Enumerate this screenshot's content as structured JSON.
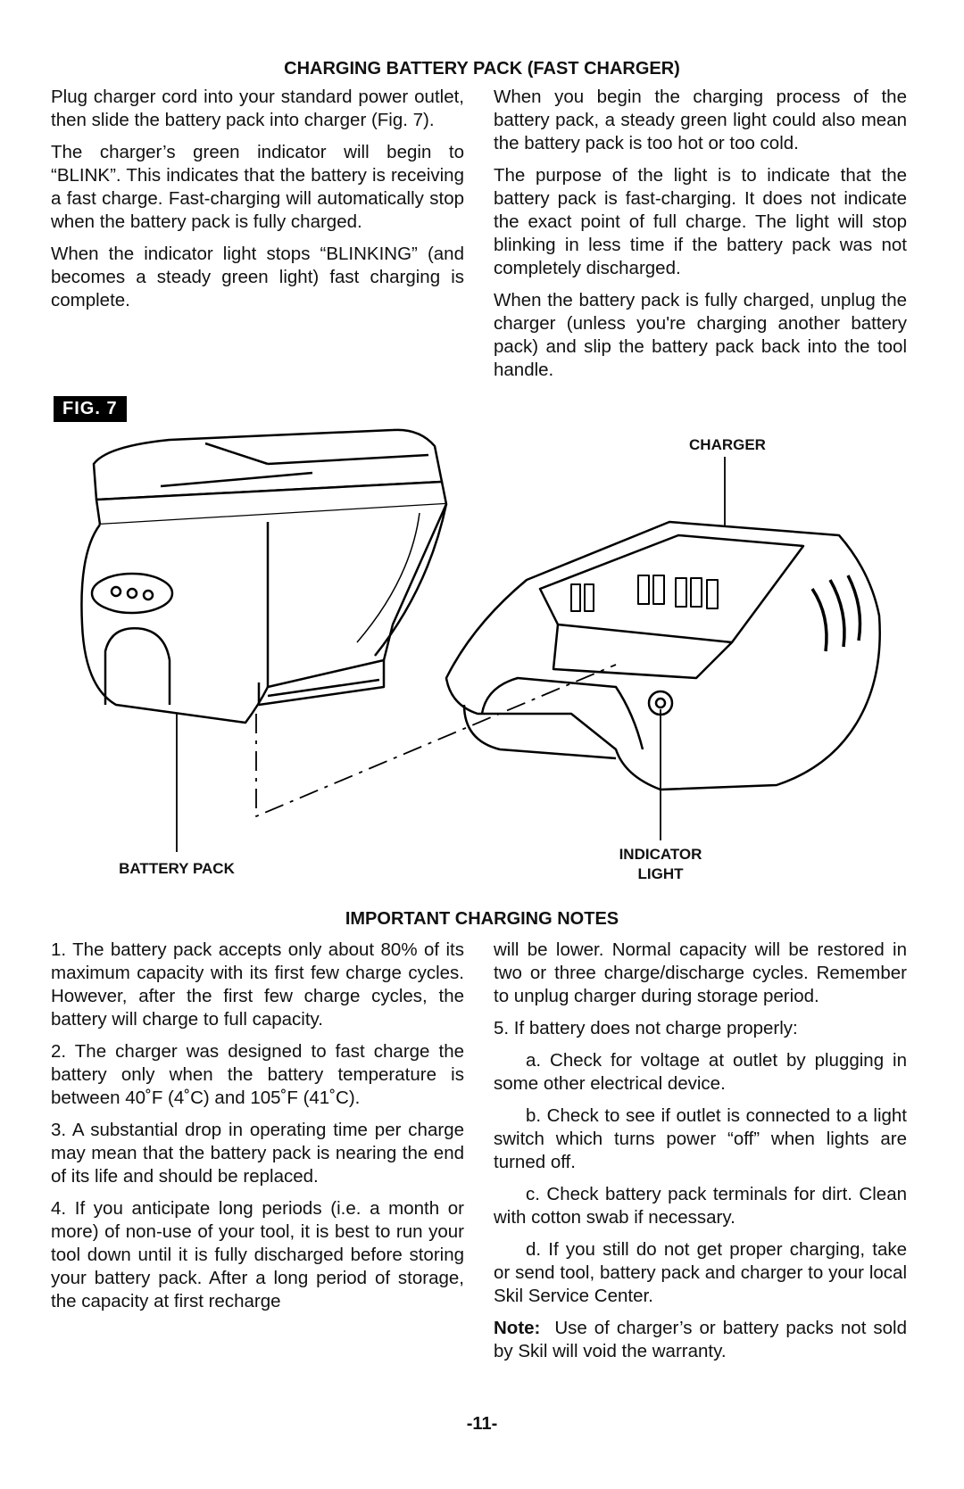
{
  "charging": {
    "heading": "CHARGING BATTERY PACK (FAST CHARGER)",
    "left": [
      "Plug charger cord into your standard power outlet, then slide the battery pack into charger (Fig. 7).",
      "The charger’s green indicator will begin to “BLINK”. This indicates that the battery is receiving a fast charge. Fast-charging will automatically stop when the battery pack is fully charged.",
      "When the indicator light stops “BLINKING” (and becomes a steady green light) fast charging is complete."
    ],
    "right": [
      "When you begin the charging process of the battery pack, a steady green light could also mean the battery pack is too hot or too cold.",
      "The purpose of the light is to indicate that the battery pack is fast-charging. It does not indicate the exact point of full charge. The light will stop blinking in less time if the battery pack was not completely discharged.",
      "When the battery pack is fully charged, unplug the charger (unless you're charging another battery pack) and slip the battery pack back into the tool handle."
    ]
  },
  "figure": {
    "label": "FIG. 7",
    "charger_label": "CHARGER",
    "battery_label": "BATTERY PACK",
    "indicator_label_line1": "INDICATOR",
    "indicator_label_line2": "LIGHT"
  },
  "notes": {
    "heading": "IMPORTANT CHARGING NOTES",
    "left": [
      "1. The battery pack accepts only about 80% of its maximum capacity with its first few charge cycles. However, after the first few charge cycles, the battery will charge to full capacity.",
      "2. The charger was designed to fast charge the battery only when the battery temperature is between 40˚F (4˚C) and 105˚F (41˚C).",
      "3. A substantial drop in operating time per charge may mean that the battery pack is nearing the end of its life and should be replaced.",
      "4. If you anticipate long periods (i.e. a month or more) of non-use of your tool, it is best to run your tool down until it is fully discharged before storing your battery pack. After a long period of storage, the capacity at first recharge"
    ],
    "right_cont": "will be lower. Normal capacity will be restored in two or three charge/discharge cycles. Remember to unplug charger during storage period.",
    "item5": "5. If battery does not charge properly:",
    "item5a": "a. Check for voltage at outlet by plugging in some other electrical device.",
    "item5b": "b. Check to see if outlet is connected to a light switch which turns power “off” when lights are turned off.",
    "item5c": "c. Check battery pack terminals for dirt. Clean with cotton swab if necessary.",
    "item5d": "d. If you still do not get proper charging, take or send tool, battery pack and charger to your local Skil Service Center.",
    "note_label": "Note:",
    "note_text": "Use of charger’s or battery packs not sold by Skil will void the warranty."
  },
  "page_number": "-11-"
}
